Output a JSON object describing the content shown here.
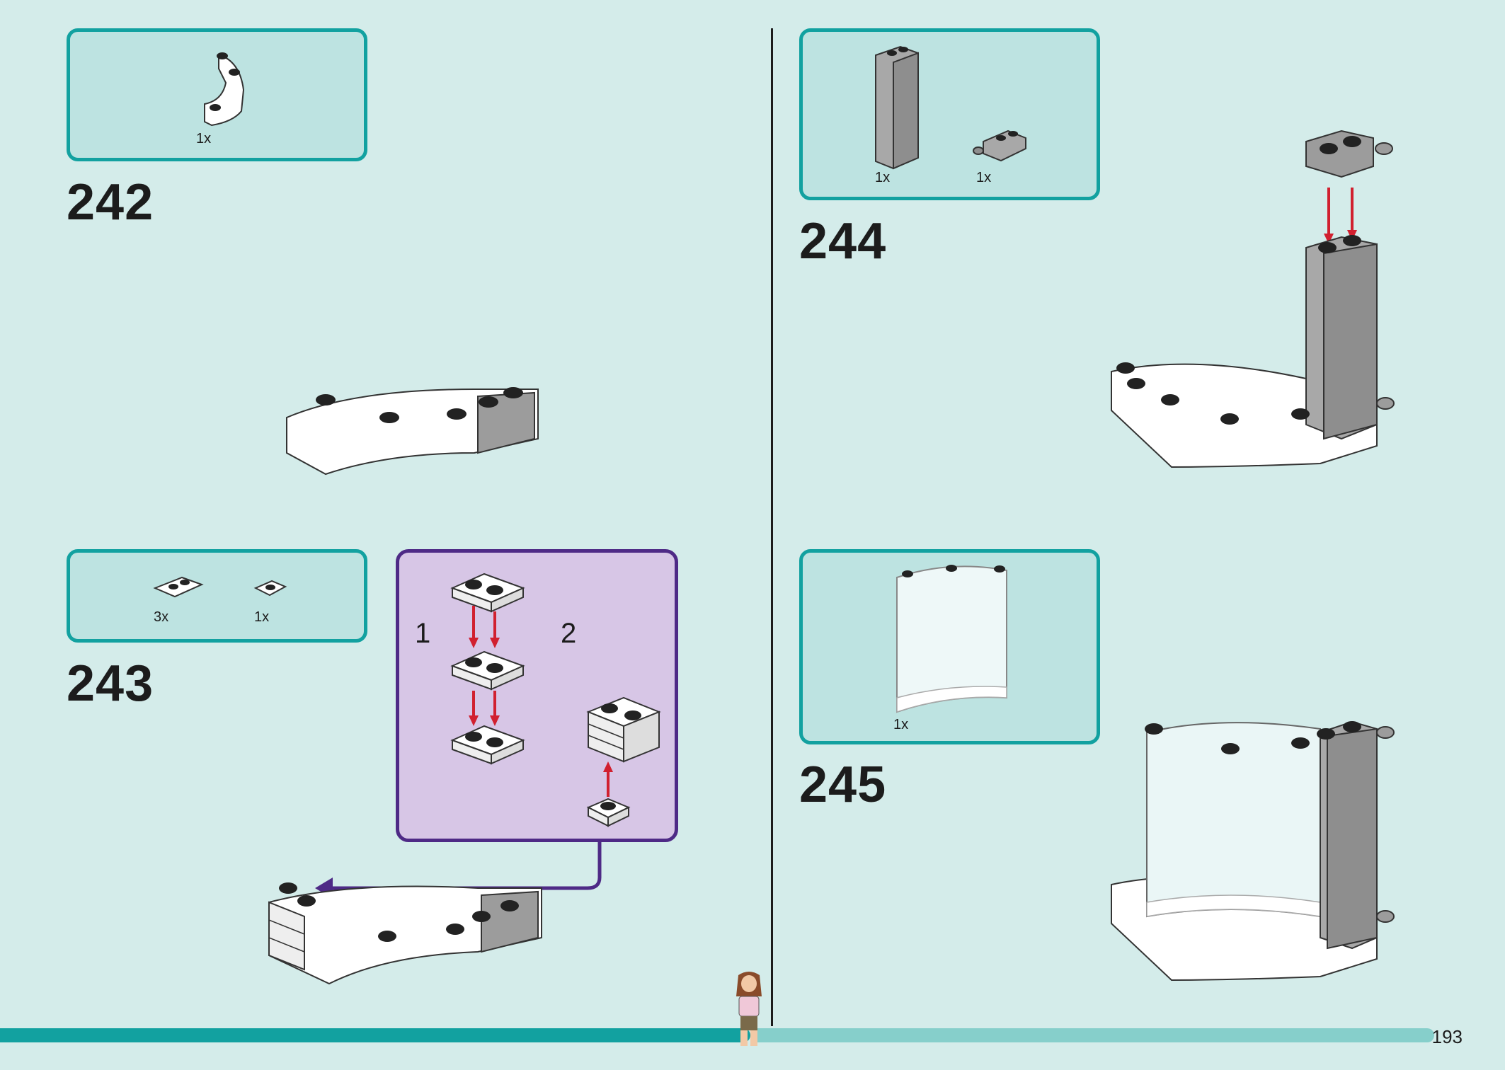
{
  "page_number": "193",
  "steps": [
    {
      "number": "242",
      "parts": [
        {
          "qty": "1x",
          "icon": "curved-white-plate-icon"
        }
      ]
    },
    {
      "number": "243",
      "parts": [
        {
          "qty": "3x",
          "icon": "white-plate-1x2-icon"
        },
        {
          "qty": "1x",
          "icon": "white-plate-1x1-icon"
        }
      ],
      "substeps": [
        "1",
        "2"
      ]
    },
    {
      "number": "244",
      "parts": [
        {
          "qty": "1x",
          "icon": "gray-brick-1x2x5-icon"
        },
        {
          "qty": "1x",
          "icon": "gray-clip-brick-icon"
        }
      ]
    },
    {
      "number": "245",
      "parts": [
        {
          "qty": "1x",
          "icon": "transparent-curved-panel-icon"
        }
      ]
    }
  ],
  "colors": {
    "background": "#d4ecea",
    "partbox": "#bde3e1",
    "partbox_border": "#12a1a0",
    "substep": "#d7c6e6",
    "substep_border": "#4e2a86",
    "arrow": "#d1202f"
  }
}
